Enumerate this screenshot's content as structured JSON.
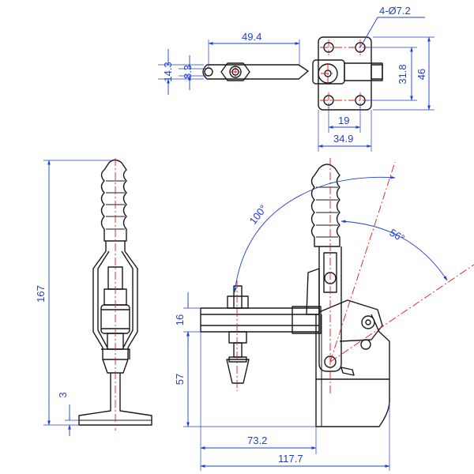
{
  "dimensions": {
    "hole_callout": "4-Ø7.2",
    "top_arm_length": "49.4",
    "top_width_14_3": "14.3",
    "top_width_8_3": "8.3",
    "base_inner_31_8": "31.8",
    "base_outer_46": "46",
    "hole_spacing_19": "19",
    "base_width_34_9": "34.9",
    "overall_height": "167",
    "base_thickness": "3",
    "bar_thickness": "16",
    "spindle_height": "57",
    "reach": "73.2",
    "overall_length": "117.7",
    "handle_swing_angle": "100°",
    "release_angle": "56°"
  },
  "colors": {
    "outline": "#1a1a1a",
    "dimension": "#1f3fd0",
    "centerline": "#e01b1b"
  }
}
